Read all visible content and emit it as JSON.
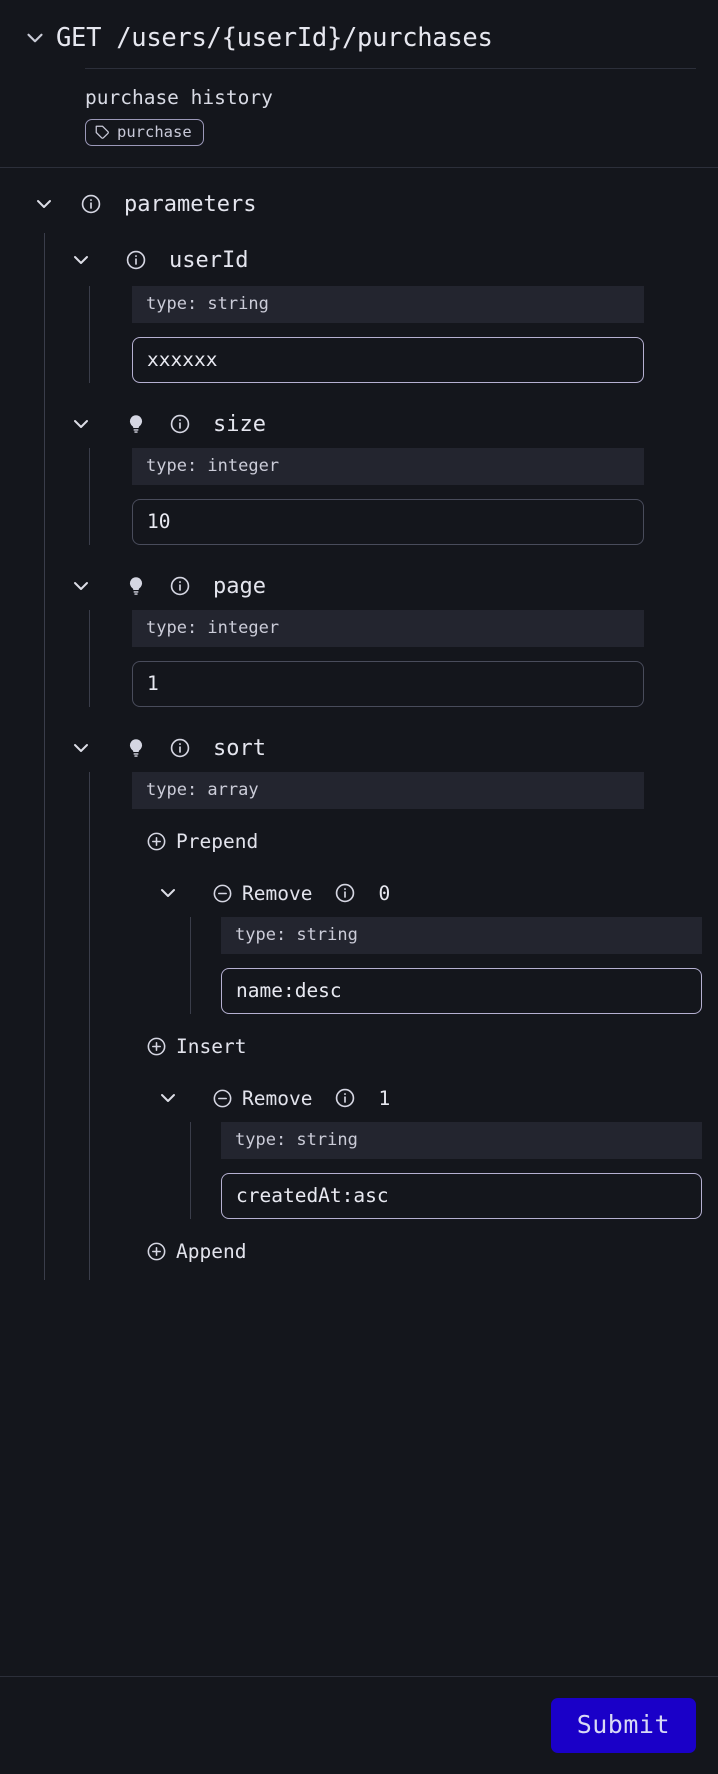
{
  "operation": {
    "collapse_icon": "chevron-down-icon",
    "title": "GET /users/{userId}/purchases",
    "description": "purchase history",
    "tag": {
      "icon": "tag-icon",
      "label": "purchase"
    }
  },
  "parameters_section": {
    "collapse_icon": "chevron-down-icon",
    "info_icon": "info-icon",
    "label": "parameters"
  },
  "params": [
    {
      "name": "userId",
      "optional_hint": false,
      "type_label": "type: string",
      "value": "xxxxxx",
      "focused": true
    },
    {
      "name": "size",
      "optional_hint": true,
      "type_label": "type: integer",
      "value": "10",
      "focused": false
    },
    {
      "name": "page",
      "optional_hint": true,
      "type_label": "type: integer",
      "value": "1",
      "focused": false
    }
  ],
  "array_param": {
    "name": "sort",
    "optional_hint": true,
    "type_label": "type: array",
    "prepend_label": "Prepend",
    "insert_label": "Insert",
    "append_label": "Append",
    "remove_label": "Remove",
    "items": [
      {
        "index": "0",
        "type_label": "type: string",
        "value": "name:desc"
      },
      {
        "index": "1",
        "type_label": "type: string",
        "value": "createdAt:asc"
      }
    ]
  },
  "footer": {
    "submit_label": "Submit"
  },
  "colors": {
    "background": "#14161c",
    "type_badge": "#23252f",
    "accent_border": "#b5b0d1",
    "submit_bg": "#1a00c8",
    "submit_text": "#d8d9f5"
  }
}
